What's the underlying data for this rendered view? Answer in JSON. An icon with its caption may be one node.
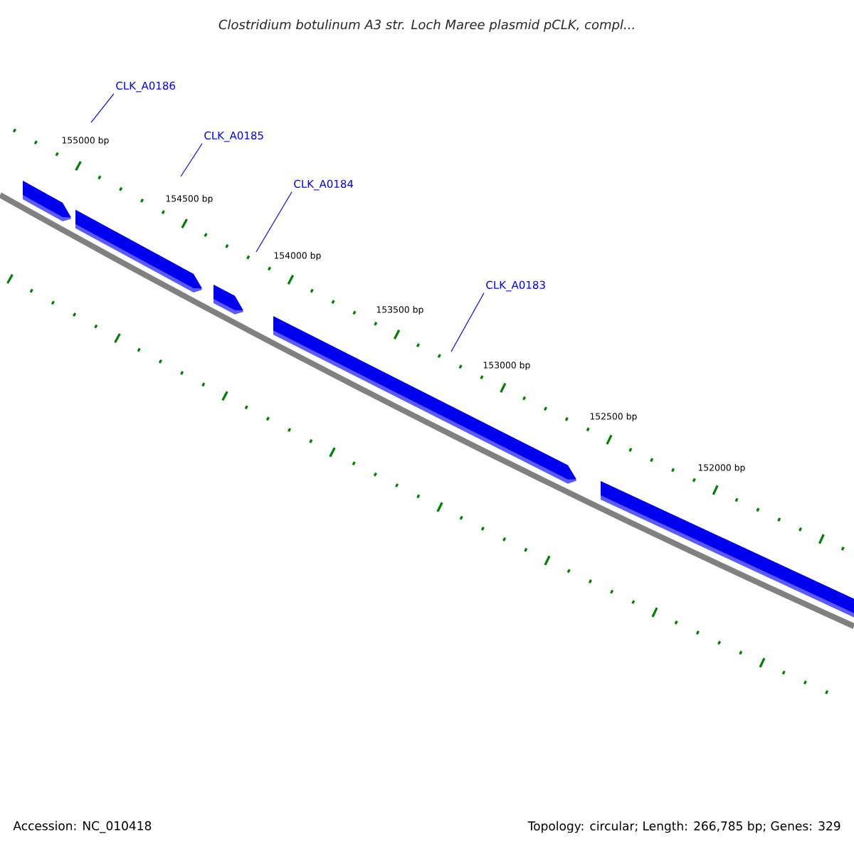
{
  "diagram": {
    "title": "*Clostridium botulinum* A3 str. Loch Maree plasmid pCLK, compl...",
    "nodes": [
      {
        "text": [
          "CLK_A0186"
        ]
      },
      {
        "text": [
          "CLK_A0185"
        ]
      },
      {
        "text": [
          "CLK_A0184"
        ]
      },
      {
        "text": [
          "CLK_A0183"
        ]
      }
    ],
    "edges": [
      {
        "from": 0,
        "to": null,
        "arrow": "none"
      },
      {
        "from": 1,
        "to": null,
        "arrow": "none"
      },
      {
        "from": 2,
        "to": null,
        "arrow": "none"
      },
      {
        "from": 3,
        "to": null,
        "arrow": "none"
      }
    ],
    "labels": [
      "155000 bp",
      "154500 bp",
      "154000 bp",
      "153500 bp",
      "153000 bp",
      "152500 bp",
      "152000 bp",
      "Accession: NC_010418",
      "Topology: circular; Length: 266,785 bp; Genes: 329"
    ]
  }
}
